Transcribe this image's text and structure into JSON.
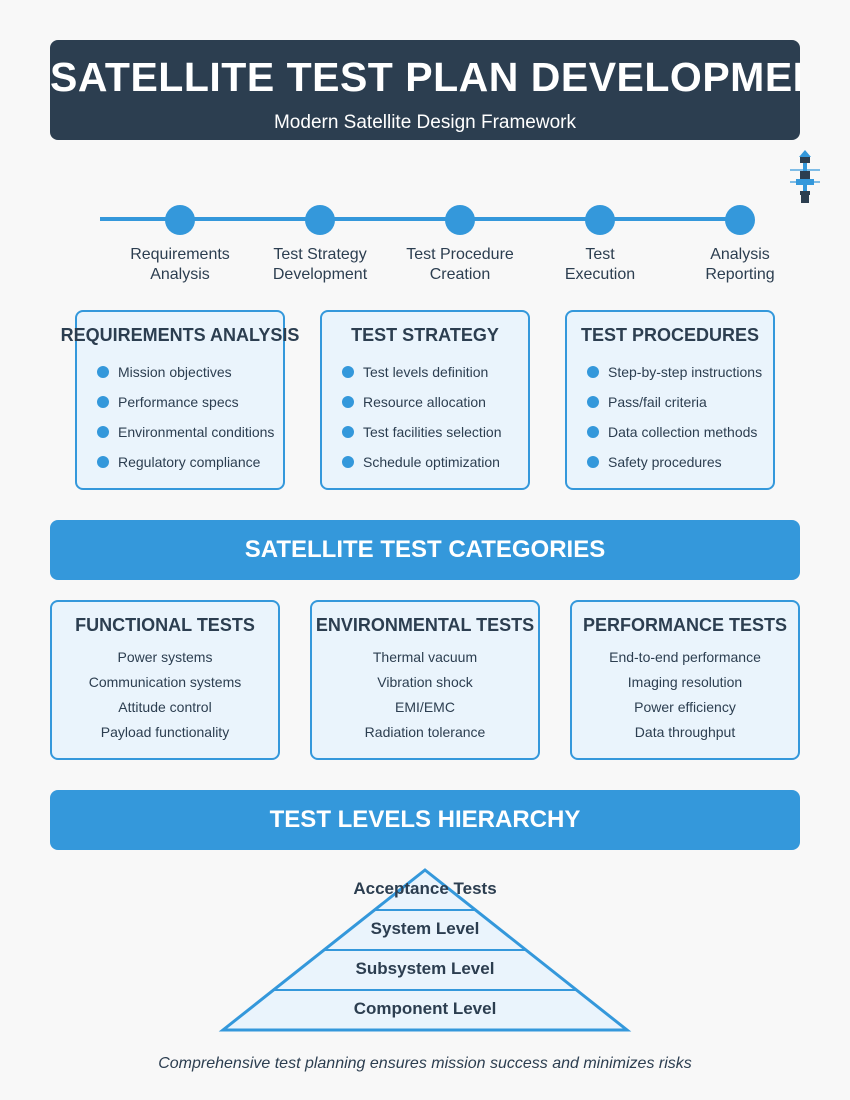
{
  "header": {
    "title": "SATELLITE TEST PLAN DEVELOPMENT",
    "subtitle": "Modern Satellite Design Framework"
  },
  "icons": {
    "corner": "satellite-icon"
  },
  "timeline": {
    "steps": [
      {
        "line1": "Requirements",
        "line2": "Analysis"
      },
      {
        "line1": "Test Strategy",
        "line2": "Development"
      },
      {
        "line1": "Test Procedure",
        "line2": "Creation"
      },
      {
        "line1": "Test",
        "line2": "Execution"
      },
      {
        "line1": "Analysis",
        "line2": "Reporting"
      }
    ]
  },
  "phase_cards": [
    {
      "title": "REQUIREMENTS ANALYSIS",
      "items": [
        "Mission objectives",
        "Performance specs",
        "Environmental conditions",
        "Regulatory compliance"
      ]
    },
    {
      "title": "TEST STRATEGY",
      "items": [
        "Test levels definition",
        "Resource allocation",
        "Test facilities selection",
        "Schedule optimization"
      ]
    },
    {
      "title": "TEST PROCEDURES",
      "items": [
        "Step-by-step instructions",
        "Pass/fail criteria",
        "Data collection methods",
        "Safety procedures"
      ]
    }
  ],
  "categories_banner": "SATELLITE TEST CATEGORIES",
  "categories": [
    {
      "title": "FUNCTIONAL TESTS",
      "items": [
        "Power systems",
        "Communication systems",
        "Attitude control",
        "Payload functionality"
      ]
    },
    {
      "title": "ENVIRONMENTAL TESTS",
      "items": [
        "Thermal vacuum",
        "Vibration shock",
        "EMI/EMC",
        "Radiation tolerance"
      ]
    },
    {
      "title": "PERFORMANCE TESTS",
      "items": [
        "End-to-end performance",
        "Imaging resolution",
        "Power efficiency",
        "Data throughput"
      ]
    }
  ],
  "levels_banner": "TEST LEVELS HIERARCHY",
  "pyramid": {
    "levels": [
      "Acceptance Tests",
      "System Level",
      "Subsystem Level",
      "Component Level"
    ]
  },
  "footer": "Comprehensive test planning ensures mission success and minimizes risks",
  "colors": {
    "primary": "#3498db",
    "dark": "#2c3e50",
    "card_fill": "#eaf4fc",
    "background": "#f8f8f8"
  }
}
